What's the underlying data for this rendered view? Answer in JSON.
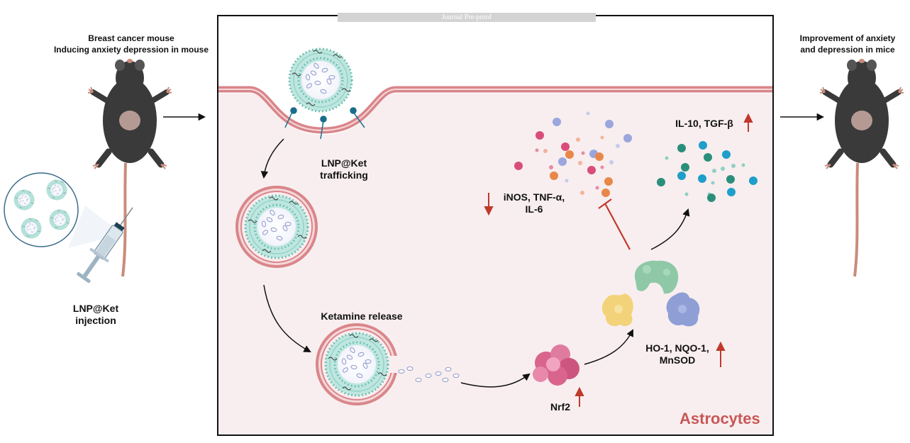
{
  "watermark": "Journal Pre-proof",
  "left_panel": {
    "title_line1": "Breast cancer mouse",
    "title_line2": "Inducing anxiety depression in mouse",
    "injection_label_line1": "LNP@Ket",
    "injection_label_line2": "injection"
  },
  "right_panel": {
    "title_line1": "Improvement of anxiety",
    "title_line2": "and depression in mice"
  },
  "cell": {
    "trafficking_line1": "LNP@Ket",
    "trafficking_line2": "trafficking",
    "ketamine_release": "Ketamine release",
    "nrf2": "Nrf2",
    "enzymes_line1": "HO-1, NQO-1,",
    "enzymes_line2": "MnSOD",
    "proinflammatory_line1": "iNOS, TNF-α,",
    "proinflammatory_line2": "IL-6",
    "antiinflammatory": "IL-10, TGF-β",
    "cell_type": "Astrocytes"
  },
  "colors": {
    "membrane": "#d9868a",
    "cell_fill": "#f8eeef",
    "regulation_arrow": "#c0392b",
    "astrocytes_text": "#c95757",
    "nrf2_protein": "#d9648c",
    "lnp_lipid": "#7ecbbf",
    "mouse_body": "#3a3a3a"
  },
  "icons": [
    "mouse-icon",
    "syringe-icon",
    "lnp-nanoparticle-icon",
    "endosome-icon",
    "nrf2-protein-icon",
    "enzyme-protein-icon",
    "cytokine-dots-icon",
    "up-arrow-icon",
    "down-arrow-icon",
    "inhibition-icon"
  ]
}
